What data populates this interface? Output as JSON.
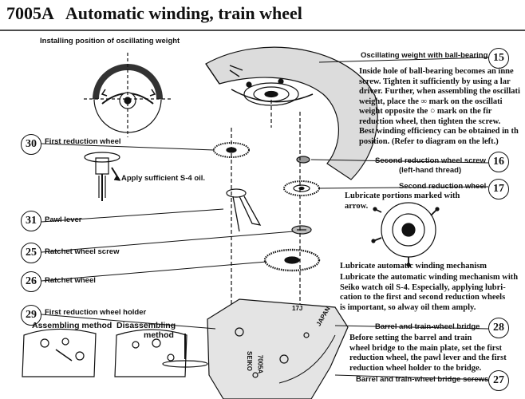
{
  "title": {
    "code": "7005A",
    "text": "Automatic winding, train wheel"
  },
  "install_label": "Installing position of oscillating weight",
  "parts": [
    {
      "num": "15",
      "label": "Oscillating weight with ball-bearing"
    },
    {
      "num": "16",
      "label": "Second reduction wheel screw",
      "sub": "(left-hand thread)"
    },
    {
      "num": "17",
      "label": "Second reduction wheel"
    },
    {
      "num": "25",
      "label": "Ratchet wheel screw"
    },
    {
      "num": "26",
      "label": "Ratchet wheel"
    },
    {
      "num": "27",
      "label": "Barrel and train-wheel bridge screws"
    },
    {
      "num": "28",
      "label": "Barrel and train-wheel bridge"
    },
    {
      "num": "29",
      "label": "First reduction wheel holder"
    },
    {
      "num": "30",
      "label": "First reduction wheel"
    },
    {
      "num": "31",
      "label": "Pawl lever"
    }
  ],
  "oil_label": "Apply sufficient S-4 oil.",
  "assembling_label": "Assembling method",
  "disassembling_label_1": "Disassembling",
  "disassembling_label_2": "method",
  "lubricate_marked": [
    "Lubricate portions marked with",
    "arrow."
  ],
  "weight_note": [
    "Inside hole of ball-bearing becomes an inne",
    "screw. Tighten it sufficiently by using a lar",
    "driver. Further, when assembling the oscillati",
    "weight, place the ∞ mark on the oscillati",
    "weight opposite the ○ mark on the fir",
    "reduction wheel, then tighten the screw.",
    "Best winding efficiency can be obtained in th",
    "position. (Refer to diagram on the left.)"
  ],
  "lube_title": "Lubricate automatic winding mechanism",
  "lube_note": [
    "Lubricate the automatic winding mechanism with",
    "Seiko watch oil S-4. Especially, applying lubri-",
    "cation to the first and second reduction wheels",
    "is important, so alway oil them amply."
  ],
  "bridge_note": [
    "Before setting the barrel and train",
    "wheel bridge to the main plate, set the first",
    "reduction wheel, the pawl lever and the first",
    "reduction wheel holder to the bridge."
  ],
  "plate_marks": {
    "brand": "SEIKO",
    "model": "7005A",
    "country": "JAPAN",
    "jewels": "17J"
  }
}
